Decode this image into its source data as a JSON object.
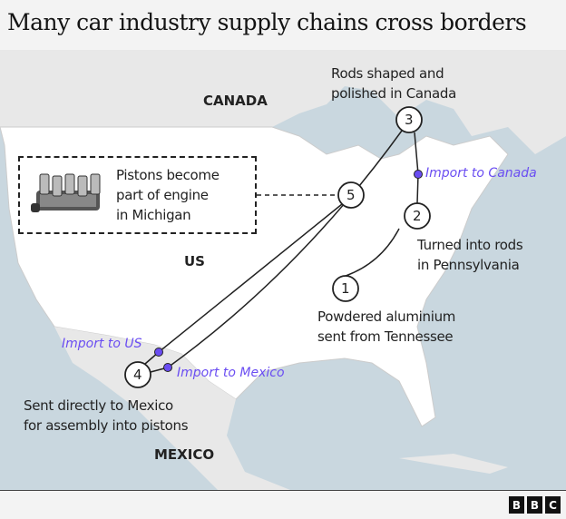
{
  "title": "Many car industry supply chains cross borders",
  "countries": {
    "canada": "CANADA",
    "us": "US",
    "mexico": "MEXICO"
  },
  "steps": [
    {
      "number": "1",
      "label_lines": [
        "Powdered aluminium",
        "sent from Tennessee"
      ]
    },
    {
      "number": "2",
      "label_lines": [
        "Turned into rods",
        "in Pennsylvania"
      ]
    },
    {
      "number": "3",
      "label_lines": [
        "Rods shaped and",
        "polished in Canada"
      ]
    },
    {
      "number": "4",
      "label_lines": [
        "Sent directly to Mexico",
        "for assembly into pistons"
      ]
    },
    {
      "number": "5",
      "label_lines": [
        "Pistons become",
        "part of engine",
        "in Michigan"
      ]
    }
  ],
  "imports": {
    "canada": "Import to Canada",
    "us": "Import to US",
    "mexico": "Import to Mexico"
  },
  "colors": {
    "sea": "#c9d7df",
    "us_land": "#ffffff",
    "other_land": "#e8e8e8",
    "import": "#6a4df2"
  },
  "logo": [
    "B",
    "B",
    "C"
  ]
}
